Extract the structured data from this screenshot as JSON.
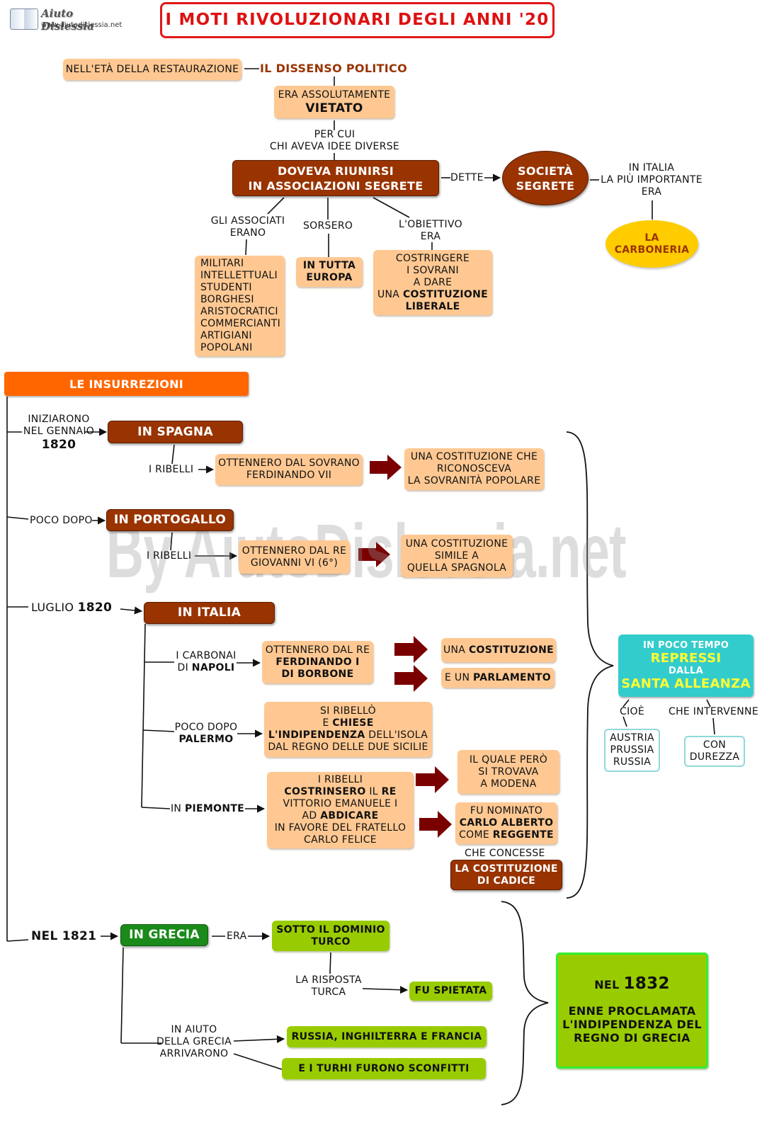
{
  "header": {
    "logo_text": "Aiuto Dislessia",
    "logo_url": "www.aiutodislessia.net",
    "title": "I MOTI RIVOLUZIONARI DEGLI ANNI '20",
    "watermark": "By AiutoDislessia.net"
  },
  "top": {
    "restaurazione": "NELL'ETÀ DELLA RESTAURAZIONE",
    "dissenso": "IL DISSENSO POLITICO",
    "vietato_1": "ERA ASSOLUTAMENTE",
    "vietato_2": "VIETATO",
    "percui_1": "PER CUI",
    "percui_2": "CHI AVEVA IDEE DIVERSE",
    "riunirsi_1": "DOVEVA RIUNIRSI",
    "riunirsi_2": "IN ASSOCIAZIONI SEGRETE",
    "dette": "DETTE",
    "societa_1": "SOCIETÀ",
    "societa_2": "SEGRETE",
    "italia_1": "IN ITALIA",
    "italia_2": "LA PIÙ IMPORTANTE",
    "italia_3": "ERA",
    "carboneria_1": "LA",
    "carboneria_2": "CARBONERIA",
    "associati_1": "GLI ASSOCIATI",
    "associati_2": "ERANO",
    "sorsero": "SORSERO",
    "obiettivo_1": "L'OBIETTIVO",
    "obiettivo_2": "ERA",
    "members": [
      "MILITARI",
      "INTELLETTUALI",
      "STUDENTI",
      "BORGHESI",
      "ARISTOCRATICI",
      "COMMERCIANTI",
      "ARTIGIANI",
      "POPOLANI"
    ],
    "europa_1": "IN TUTTA",
    "europa_2": "EUROPA",
    "costr_1": "COSTRINGERE",
    "costr_2": "I SOVRANI",
    "costr_3": "A DARE",
    "costr_4a": "UNA ",
    "costr_4b": "COSTITUZIONE",
    "costr_5": "LIBERALE"
  },
  "insurrezioni": {
    "title": "LE INSURREZIONI",
    "spagna": {
      "when_1": "INIZIARONO",
      "when_2": "NEL GENNAIO",
      "when_3": "1820",
      "label": "IN SPAGNA",
      "ribelli": "I RIBELLI",
      "ott_1": "OTTENNERO DAL SOVRANO",
      "ott_2": "FERDINANDO VII",
      "res_1": "UNA COSTITUZIONE CHE",
      "res_2": "RICONOSCEVA",
      "res_3": "LA SOVRANITÀ POPOLARE"
    },
    "portogallo": {
      "when": "POCO DOPO",
      "label": "IN PORTOGALLO",
      "ribelli": "I RIBELLI",
      "ott_1": "OTTENNERO DAL RE",
      "ott_2": "GIOVANNI VI (6°)",
      "res_1": "UNA COSTITUZIONE",
      "res_2": "SIMILE A",
      "res_3": "QUELLA SPAGNOLA"
    },
    "italia": {
      "when_1": "LUGLIO ",
      "when_2": "1820",
      "label": "IN ITALIA",
      "napoli_1": "I CARBONAI",
      "napoli_2a": "DI ",
      "napoli_2b": "NAPOLI",
      "ott_1": "OTTENNERO DAL RE",
      "ott_2": "FERDINANDO I",
      "ott_3": "DI BORBONE",
      "cost_a": "UNA ",
      "cost_b": "COSTITUZIONE",
      "parl_a": "E UN ",
      "parl_b": "PARLAMENTO",
      "palermo_1": "POCO DOPO",
      "palermo_2": "PALERMO",
      "rib_1": "SI RIBELLÒ",
      "rib_2a": "E ",
      "rib_2b": "CHIESE",
      "rib_3a": "L'INDIPENDENZA",
      "rib_3b": " DELL'ISOLA",
      "rib_4": "DAL REGNO DELLE DUE SICILIE",
      "piemonte_a": "IN ",
      "piemonte_b": "PIEMONTE",
      "pie_1": "I RIBELLI",
      "pie_2a": "COSTRINSERO",
      "pie_2b": " IL ",
      "pie_2c": "RE",
      "pie_3": "VITTORIO EMANUELE I",
      "pie_4a": "AD ",
      "pie_4b": "ABDICARE",
      "pie_5": "IN FAVORE DEL FRATELLO",
      "pie_6": "CARLO FELICE",
      "modena_1": "IL QUALE PERÒ",
      "modena_2": "SI TROVAVA",
      "modena_3": "A MODENA",
      "carlo_1": "FU NOMINATO",
      "carlo_2": "CARLO ALBERTO",
      "carlo_3a": "COME ",
      "carlo_3b": "REGGENTE",
      "concesse": "CHE CONCESSE",
      "cadice_1": "LA COSTITUZIONE",
      "cadice_2": "DI CADICE"
    },
    "repressi": {
      "l1": "IN POCO TEMPO",
      "l2": "REPRESSI",
      "l3": "DALLA",
      "l4": "SANTA ALLEANZA",
      "cioe": "CIOÈ",
      "intervenne": "CHE INTERVENNE",
      "stati": [
        "AUSTRIA",
        "PRUSSIA",
        "RUSSIA"
      ],
      "durezza_1": "CON",
      "durezza_2": "DUREZZA"
    },
    "grecia": {
      "when_1": "NEL ",
      "when_2": "1821",
      "label": "IN GRECIA",
      "era": "ERA",
      "turco_1": "SOTTO IL DOMINIO",
      "turco_2": "TURCO",
      "risposta_1": "LA RISPOSTA",
      "risposta_2": "TURCA",
      "spietata": "FU SPIETATA",
      "aiuto_1": "IN AIUTO",
      "aiuto_2": "DELLA GRECIA",
      "aiuto_3": "ARRIVARONO",
      "alleati": "RUSSIA, INGHILTERRA E FRANCIA",
      "sconfitti": "E I TURHI FURONO SCONFITTI",
      "indip_1a": "NEL ",
      "indip_1b": "1832",
      "indip_2": "ENNE PROCLAMATA",
      "indip_3": "L'INDIPENDENZA DEL",
      "indip_4": "REGNO DI GRECIA"
    }
  },
  "colors": {
    "peach": "#ffc892",
    "brown": "#993300",
    "orange": "#ff6600",
    "green": "#99cc00",
    "dark_green": "#1a8a1a",
    "teal": "#33cccc",
    "yellow_oval": "#ffcc00",
    "title_red": "#dd1111"
  }
}
